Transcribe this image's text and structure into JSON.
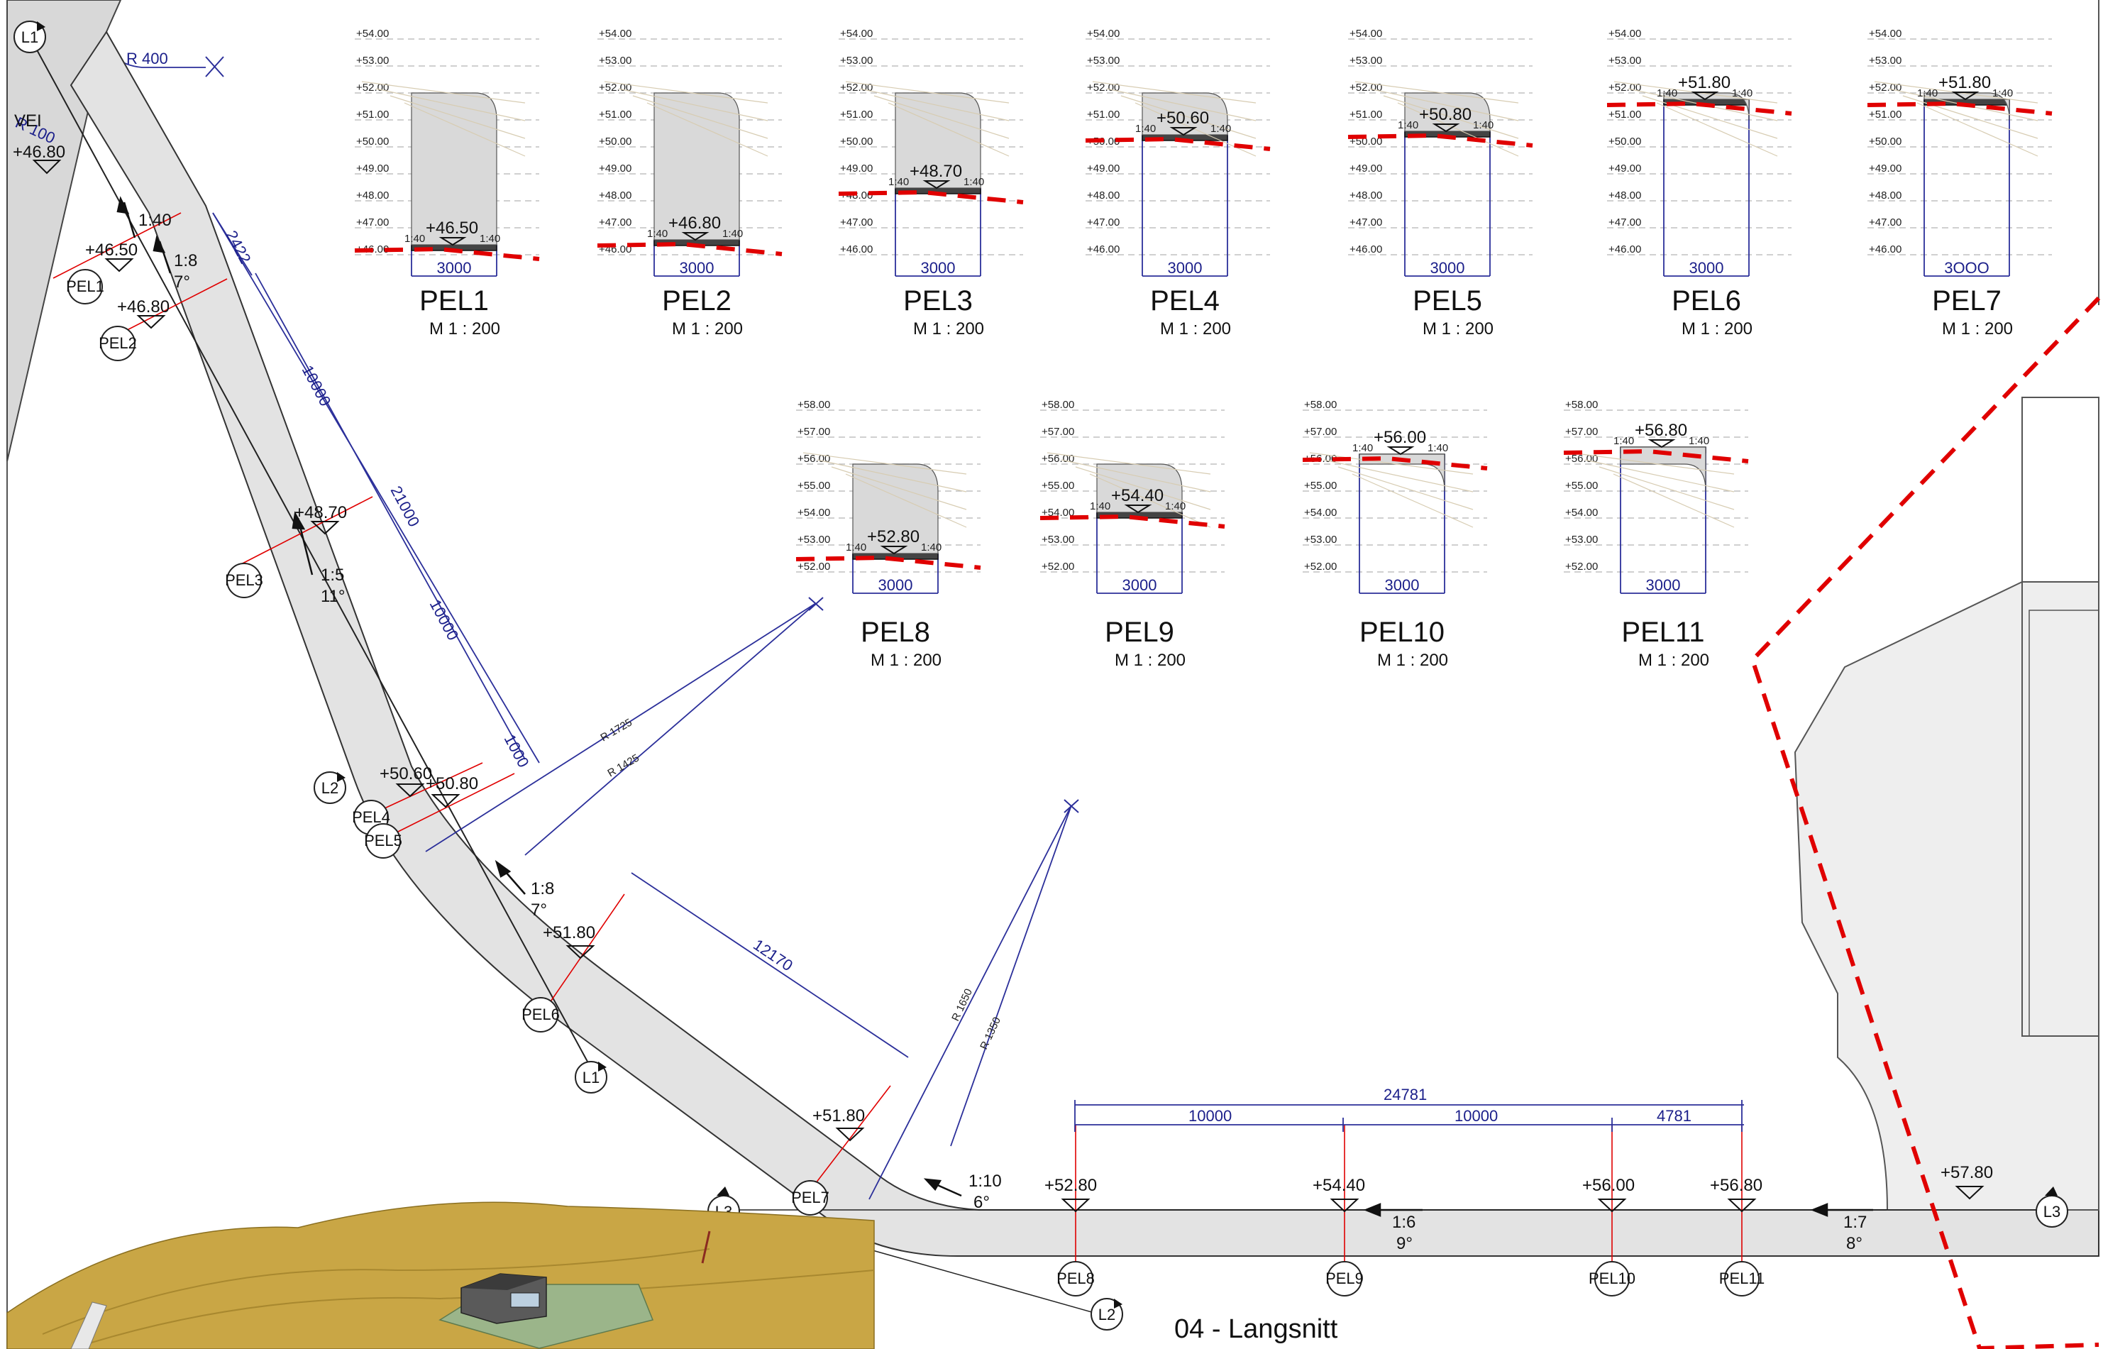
{
  "sheet": {
    "title": "04 - Langsnitt",
    "road_label": "VEI",
    "top_left_level": "+46.80",
    "radius_top": "R 400",
    "radius_left": "R 100"
  },
  "colors": {
    "property_boundary": "#e00000",
    "dimension": "#2b2f9a",
    "road_fill": "#e3e3e3",
    "terrain": "#c9a645"
  },
  "sections_row1": {
    "level_ticks": [
      "+54.00",
      "+53.00",
      "+52.00",
      "+51.00",
      "+50.00",
      "+49.00",
      "+48.00",
      "+47.00",
      "+46.00"
    ],
    "items": [
      {
        "name": "PEL1",
        "scale": "M 1 : 200",
        "width": "3000",
        "level": "+46.50",
        "slope_left": "1:40",
        "slope_right": "1:40"
      },
      {
        "name": "PEL2",
        "scale": "M 1 : 200",
        "width": "3000",
        "level": "+46.80",
        "slope_left": "1:40",
        "slope_right": "1:40"
      },
      {
        "name": "PEL3",
        "scale": "M 1 : 200",
        "width": "3000",
        "level": "+48.70",
        "slope_left": "1:40",
        "slope_right": "1:40"
      },
      {
        "name": "PEL4",
        "scale": "M 1 : 200",
        "width": "3000",
        "level": "+50.60",
        "slope_left": "1:40",
        "slope_right": "1:40"
      },
      {
        "name": "PEL5",
        "scale": "M 1 : 200",
        "width": "3000",
        "level": "+50.80",
        "slope_left": "1:40",
        "slope_right": "1:40"
      },
      {
        "name": "PEL6",
        "scale": "M 1 : 200",
        "width": "3000",
        "level": "+51.80",
        "slope_left": "1:40",
        "slope_right": "1:40"
      },
      {
        "name": "PEL7",
        "scale": "M 1 : 200",
        "width": "3OOO",
        "level": "+51.80",
        "slope_left": "1:40",
        "slope_right": "1:40"
      }
    ]
  },
  "sections_row2": {
    "level_ticks": [
      "+58.00",
      "+57.00",
      "+56.00",
      "+55.00",
      "+54.00",
      "+53.00",
      "+52.00"
    ],
    "items": [
      {
        "name": "PEL8",
        "scale": "M 1 : 200",
        "width": "3000",
        "level": "+52.80",
        "slope_left": "1:40",
        "slope_right": "1:40"
      },
      {
        "name": "PEL9",
        "scale": "M 1 : 200",
        "width": "3000",
        "level": "+54.40",
        "slope_left": "1:40",
        "slope_right": "1:40"
      },
      {
        "name": "PEL10",
        "scale": "M 1 : 200",
        "width": "3000",
        "level": "+56.00",
        "slope_left": "1:40",
        "slope_right": "1:40"
      },
      {
        "name": "PEL11",
        "scale": "M 1 : 200",
        "width": "3000",
        "level": "+56.80",
        "slope_left": "1:40",
        "slope_right": "1:40"
      }
    ]
  },
  "plan": {
    "section_markers": [
      "PEL1",
      "PEL2",
      "PEL3",
      "PEL4",
      "PEL5",
      "PEL6",
      "PEL7",
      "PEL8",
      "PEL9",
      "PEL10",
      "PEL11"
    ],
    "line_markers": [
      "L1",
      "L2",
      "L3"
    ],
    "levels": [
      "+46.50",
      "+46.80",
      "+48.70",
      "+50.60",
      "+50.80",
      "+51.80",
      "+51.80",
      "+52.80",
      "+54.40",
      "+56.00",
      "+56.80",
      "+57.80"
    ],
    "slopes": [
      {
        "ratio": "1:40",
        "deg": ""
      },
      {
        "ratio": "1:8",
        "deg": "7°"
      },
      {
        "ratio": "1:5",
        "deg": "11°"
      },
      {
        "ratio": "1:8",
        "deg": "7°"
      },
      {
        "ratio": "1:10",
        "deg": "6°"
      },
      {
        "ratio": "1:6",
        "deg": "9°"
      },
      {
        "ratio": "1:7",
        "deg": "8°"
      }
    ],
    "dims": {
      "d2422": "2422",
      "d10000a": "10000",
      "d21000": "21000",
      "d10000b": "10000",
      "d1000": "1000",
      "d12170": "12170",
      "d24781": "24781",
      "d10000c": "10000",
      "d10000d": "10000",
      "d4781": "4781"
    },
    "radii": [
      "R 1725",
      "R 1425",
      "R 1650",
      "R 1350"
    ]
  }
}
